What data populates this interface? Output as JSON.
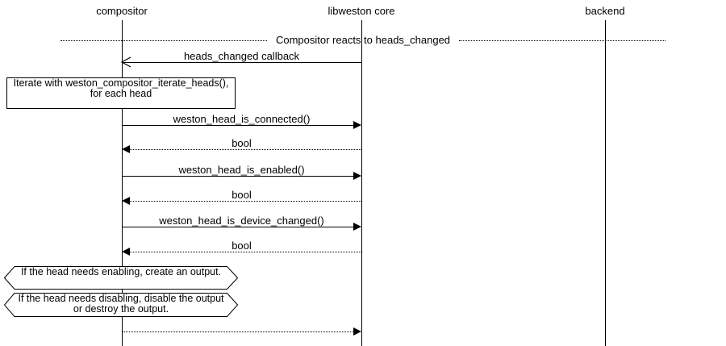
{
  "actors": [
    "compositor",
    "libweston core",
    "backend"
  ],
  "divider": {
    "label": "Compositor reacts to heads_changed"
  },
  "messages": [
    {
      "label": "heads_changed callback",
      "from": "libweston core",
      "to": "compositor",
      "line": "solid",
      "arrowhead": "open"
    },
    {
      "label": "weston_head_is_connected()",
      "from": "compositor",
      "to": "libweston core",
      "line": "solid",
      "arrowhead": "filled"
    },
    {
      "label": "bool",
      "from": "libweston core",
      "to": "compositor",
      "line": "dotted",
      "arrowhead": "filled"
    },
    {
      "label": "weston_head_is_enabled()",
      "from": "compositor",
      "to": "libweston core",
      "line": "solid",
      "arrowhead": "filled"
    },
    {
      "label": "bool",
      "from": "libweston core",
      "to": "compositor",
      "line": "dotted",
      "arrowhead": "filled"
    },
    {
      "label": "weston_head_is_device_changed()",
      "from": "compositor",
      "to": "libweston core",
      "line": "solid",
      "arrowhead": "filled"
    },
    {
      "label": "bool",
      "from": "libweston core",
      "to": "compositor",
      "line": "dotted",
      "arrowhead": "filled"
    },
    {
      "label": "",
      "from": "compositor",
      "to": "libweston core",
      "line": "dotted",
      "arrowhead": "filled"
    }
  ],
  "note": {
    "text": "Iterate with weston_compositor_iterate_heads(), for each head"
  },
  "conditions": [
    {
      "text": "If the head needs enabling, create an output."
    },
    {
      "text": "If the head needs disabling, disable the output or destroy the output."
    }
  ]
}
